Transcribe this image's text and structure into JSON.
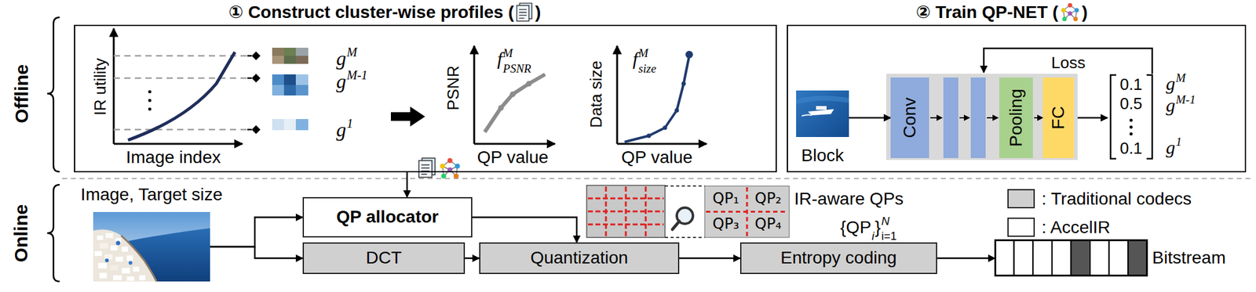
{
  "diagram": {
    "nodes": [
      {
        "text": [
          "① Construct cluster-wise profiles (",
          ")"
        ]
      },
      {
        "text": [
          "② Train QP-NET (",
          ")"
        ]
      },
      {
        "text": [
          "Block"
        ],
        "in": 1
      },
      {
        "text": [
          "Conv"
        ],
        "in": 1
      },
      {
        "text": [
          "Pooling"
        ],
        "in": 1
      },
      {
        "text": [
          "FC"
        ],
        "in": 1
      },
      {
        "text": [
          "Image, Target size"
        ]
      },
      {
        "text": [
          "QP allocator"
        ]
      },
      {
        "text": [
          "DCT"
        ]
      },
      {
        "text": [
          "Quantization"
        ]
      },
      {
        "text": [
          "QP₁",
          "QP₂",
          "QP₃",
          "QP₄"
        ]
      },
      {
        "text": [
          "Entropy coding"
        ]
      },
      {
        "text": [
          "Bitstream"
        ]
      }
    ],
    "edges": [
      {
        "from": 0,
        "to": 7,
        "arrow": "to"
      },
      {
        "from": 2,
        "to": 3,
        "arrow": "to"
      },
      {
        "from": 6,
        "to": 7,
        "arrow": "to"
      },
      {
        "from": 6,
        "to": 8,
        "arrow": "to"
      },
      {
        "from": 8,
        "to": 9,
        "arrow": "to"
      },
      {
        "from": 7,
        "to": 9,
        "arrow": "to"
      },
      {
        "from": 9,
        "to": 11,
        "arrow": "to"
      },
      {
        "from": 11,
        "to": 12,
        "arrow": "to"
      }
    ],
    "labels": [
      "Offline",
      "Online",
      "IR utility",
      "Image index",
      "g",
      "M",
      "g",
      "M-1",
      "g",
      "1",
      "PSNR",
      "QP value",
      "f",
      "M",
      "PSNR",
      "Data size",
      "QP value",
      "f",
      "M",
      "size",
      "Loss",
      "0.1",
      "0.5",
      "0.1",
      "g",
      "M",
      "g",
      "M-1",
      "g",
      "1",
      "IR-aware QPs",
      "{QP",
      "i",
      "}",
      "i=1",
      "N"
    ],
    "legend": [
      {
        "text": ": Traditional codecs",
        "color": "#d0d0d0"
      },
      {
        "text": ": AccelIR",
        "color": "#ffffff"
      }
    ]
  }
}
